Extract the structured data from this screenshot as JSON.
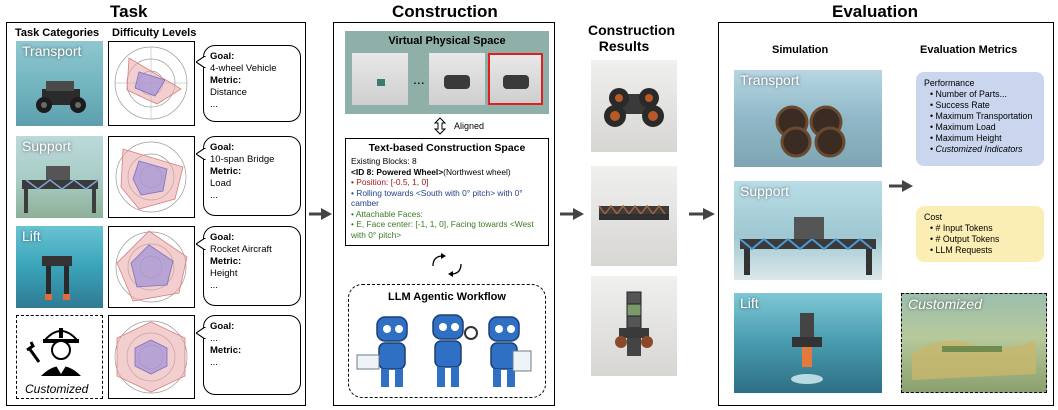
{
  "sections": {
    "task": "Task",
    "construction": "Construction",
    "results": "Construction Results",
    "evaluation": "Evaluation"
  },
  "task": {
    "col_categories": "Task Categories",
    "col_difficulty": "Difficulty Levels",
    "categories": [
      {
        "label": "Transport",
        "goal_label": "Goal:",
        "goal": "4-wheel Vehicle",
        "metric_label": "Metric:",
        "metric": "Distance",
        "more": "..."
      },
      {
        "label": "Support",
        "goal_label": "Goal:",
        "goal": "10-span Bridge",
        "metric_label": "Metric:",
        "metric": "Load",
        "more": "..."
      },
      {
        "label": "Lift",
        "goal_label": "Goal:",
        "goal": "Rocket Aircraft",
        "metric_label": "Metric:",
        "metric": "Height",
        "more": "..."
      },
      {
        "label": "Customized",
        "goal_label": "Goal:",
        "goal": "...",
        "metric_label": "Metric:",
        "metric": "...",
        "more": ""
      }
    ]
  },
  "construction": {
    "virtual_space_title": "Virtual Physical Space",
    "ellipsis": "...",
    "aligned": "Aligned",
    "text_space": {
      "title": "Text-based Construction Space",
      "existing": "Existing Blocks: 8",
      "block_id": "<ID 8: Powered Wheel>",
      "block_pos": "(Northwest wheel)",
      "position": "Position: [-0.5, 1, 0]",
      "rolling": "Rolling towards <South with 0° pitch> with 0° camber",
      "attachable": "Attachable Faces:",
      "face": "E, Face center: [-1,  1,  0], Facing towards <West with 0° pitch>"
    },
    "workflow_title": "LLM Agentic Workflow"
  },
  "evaluation": {
    "col_simulation": "Simulation",
    "col_metrics": "Evaluation Metrics",
    "sims": [
      "Transport",
      "Support",
      "Lift",
      "Customized"
    ],
    "performance": {
      "title": "Performance",
      "items": [
        "Number of Parts...",
        "Success Rate",
        "Maximum Transportation",
        "Maximum Load",
        "Maximum Height",
        "Customized Indicators"
      ]
    },
    "cost": {
      "title": "Cost",
      "items": [
        "# Input Tokens",
        "# Output Tokens",
        "LLM Requests"
      ]
    }
  },
  "colors": {
    "perf_bg": "#c9d6ee",
    "cost_bg": "#fbeeb4",
    "radar_outer": "#e7a7a6",
    "radar_inner": "#9f90d8",
    "virtual_bg": "#8fb0a8"
  }
}
